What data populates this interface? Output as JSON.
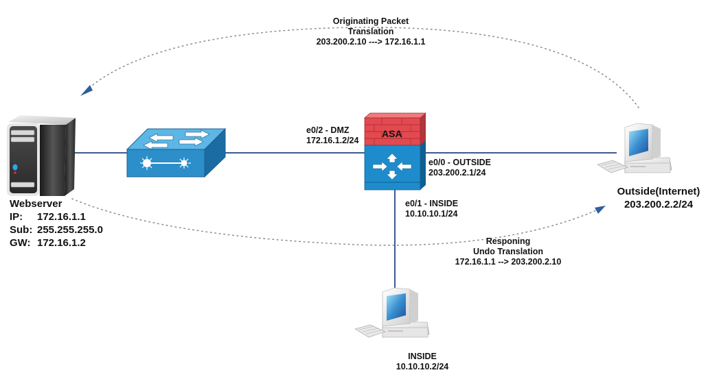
{
  "colors": {
    "link": "#3d5a8c",
    "flow_dots": "#8a8f99",
    "arrow_head": "#2f5f9a",
    "switch_blue": "#2c8fc9",
    "asa_red": "#e34a4f",
    "asa_blue": "#1e8ccc"
  },
  "flows": {
    "originating": {
      "line1": "Originating Packet",
      "line2": "Translation",
      "line3": "203.200.2.10 ---> 172.16.1.1"
    },
    "responding": {
      "line1": "Responing",
      "line2": "Undo Translation",
      "line3": "172.16.1.1 --> 203.200.2.10"
    }
  },
  "nodes": {
    "webserver": {
      "icon": "server-icon",
      "name": "Webserver",
      "ip_key": "IP:",
      "ip": "172.16.1.1",
      "sub_key": "Sub:",
      "sub": "255.255.255.0",
      "gw_key": "GW:",
      "gw": "172.16.1.2"
    },
    "switch": {
      "icon": "switch-icon"
    },
    "asa": {
      "icon": "firewall-icon",
      "label": "ASA",
      "dmz": {
        "line1": "e0/2 - DMZ",
        "line2": "172.16.1.2/24"
      },
      "outside": {
        "line1": "e0/0 - OUTSIDE",
        "line2": "203.200.2.1/24"
      },
      "inside": {
        "line1": "e0/1 - INSIDE",
        "line2": "10.10.10.1/24"
      }
    },
    "outside_pc": {
      "icon": "pc-icon",
      "line1": "Outside(Internet)",
      "line2": "203.200.2.2/24"
    },
    "inside_pc": {
      "icon": "pc-icon",
      "line1": "INSIDE",
      "line2": "10.10.10.2/24"
    }
  }
}
